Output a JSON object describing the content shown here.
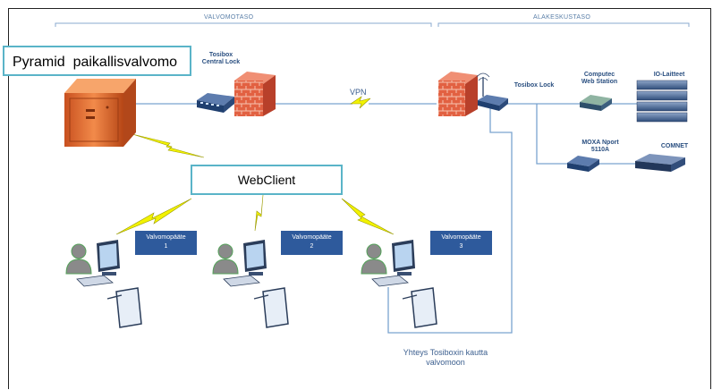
{
  "zones": {
    "left": "VALVOMOTASO",
    "right": "ALAKESKUSTASO"
  },
  "boxes": {
    "main": "Pyramid  paikallisvalvomo",
    "webclient": "WebClient"
  },
  "devices": {
    "tosibox_central_lock": [
      "Tosibox",
      "Central Lock"
    ],
    "tosibox_lock": "Tosibox Lock",
    "computec": [
      "Computec",
      "Web Station"
    ],
    "io": "IO-Laitteet",
    "moxa": [
      "MOXA Nport",
      "5110A"
    ],
    "comnet": "COMNET"
  },
  "links": {
    "vpn": "VPN"
  },
  "stations": [
    {
      "line1": "Valvomopääte",
      "line2": "1"
    },
    {
      "line1": "Valvomopääte",
      "line2": "2"
    },
    {
      "line1": "Valvomopääte",
      "line2": "3"
    }
  ],
  "note": {
    "line1": "Yhteys Tosiboxin kautta",
    "line2": "valvomoon"
  },
  "colors": {
    "accent_box_border": "#5ab4c8",
    "station_label_bg": "#2e5a9c",
    "wire": "#7aa3cf",
    "lightning": "#f2f200",
    "firewall": "#e0573a",
    "server": "#f07a3d"
  }
}
